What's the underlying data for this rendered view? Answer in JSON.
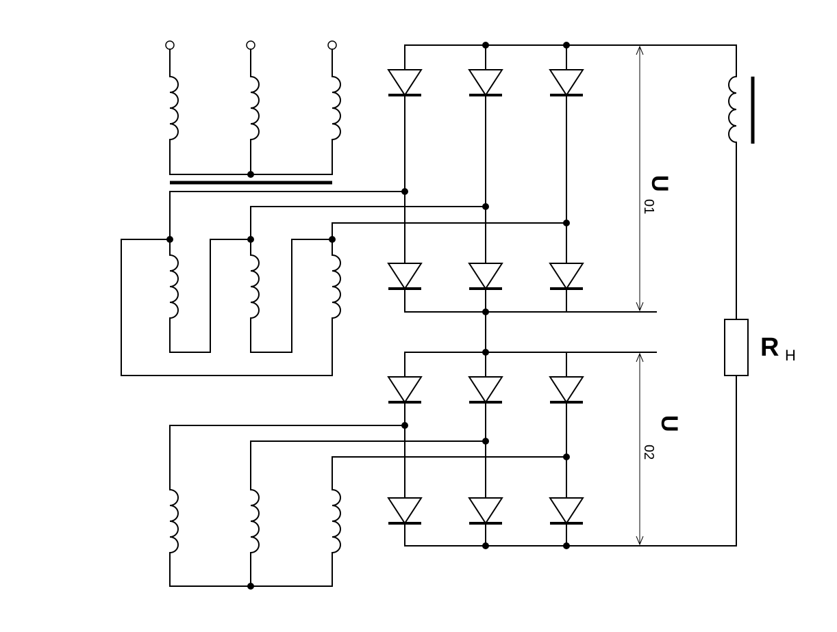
{
  "labels": {
    "u01_main": "U",
    "u01_sub": "01",
    "u02_main": "U",
    "u02_sub": "02",
    "load_main": "R",
    "load_sub": "H"
  }
}
